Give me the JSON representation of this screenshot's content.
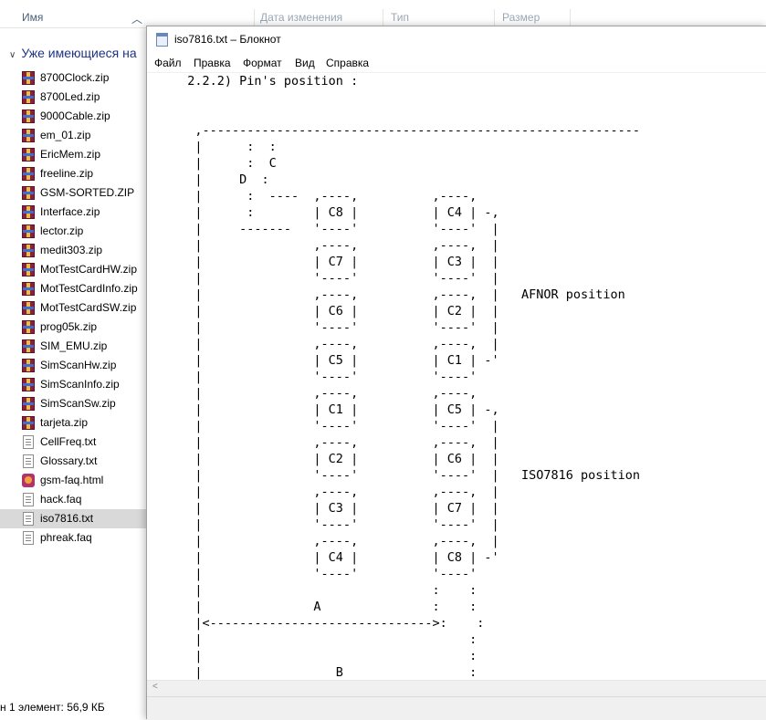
{
  "explorer": {
    "columns": {
      "name": "Имя",
      "date": "Дата изменения",
      "type": "Тип",
      "size": "Размер"
    },
    "group_label": "Уже имеющиеся на",
    "files": [
      {
        "name": "8700Clock.zip",
        "icon": "zip-archive-icon"
      },
      {
        "name": "8700Led.zip",
        "icon": "zip-archive-icon"
      },
      {
        "name": "9000Cable.zip",
        "icon": "zip-archive-icon"
      },
      {
        "name": "em_01.zip",
        "icon": "zip-archive-icon"
      },
      {
        "name": "EricMem.zip",
        "icon": "zip-archive-icon"
      },
      {
        "name": "freeline.zip",
        "icon": "zip-archive-icon"
      },
      {
        "name": "GSM-SORTED.ZIP",
        "icon": "zip-archive-icon"
      },
      {
        "name": "Interface.zip",
        "icon": "zip-archive-icon"
      },
      {
        "name": "lector.zip",
        "icon": "zip-archive-icon"
      },
      {
        "name": "medit303.zip",
        "icon": "zip-archive-icon"
      },
      {
        "name": "MotTestCardHW.zip",
        "icon": "zip-archive-icon"
      },
      {
        "name": "MotTestCardInfo.zip",
        "icon": "zip-archive-icon"
      },
      {
        "name": "MotTestCardSW.zip",
        "icon": "zip-archive-icon"
      },
      {
        "name": "prog05k.zip",
        "icon": "zip-archive-icon"
      },
      {
        "name": "SIM_EMU.zip",
        "icon": "zip-archive-icon"
      },
      {
        "name": "SimScanHw.zip",
        "icon": "zip-archive-icon"
      },
      {
        "name": "SimScanInfo.zip",
        "icon": "zip-archive-icon"
      },
      {
        "name": "SimScanSw.zip",
        "icon": "zip-archive-icon"
      },
      {
        "name": "tarjeta.zip",
        "icon": "zip-archive-icon"
      },
      {
        "name": "CellFreq.txt",
        "icon": "text-file-icon"
      },
      {
        "name": "Glossary.txt",
        "icon": "text-file-icon"
      },
      {
        "name": "gsm-faq.html",
        "icon": "html-file-icon"
      },
      {
        "name": "hack.faq",
        "icon": "text-file-icon"
      },
      {
        "name": "iso7816.txt",
        "icon": "text-file-icon",
        "selected": true
      },
      {
        "name": "phreak.faq",
        "icon": "text-file-icon"
      }
    ],
    "status": "н 1 элемент: 56,9 КБ"
  },
  "notepad": {
    "title": "iso7816.txt – Блокнот",
    "menu": [
      "Файл",
      "Правка",
      "Формат",
      "Вид",
      "Справка"
    ],
    "content": "  2.2.2) Pin's position :\n\n\n   ,-----------------------------------------------------------\n   |      :  :\n   |      :  C\n   |     D  :\n   |      :  ----  ,----,          ,----,\n   |      :        | C8 |          | C4 | -,\n   |     -------   '----'          '----'  |\n   |               ,----,          ,----,  |\n   |               | C7 |          | C3 |  |\n   |               '----'          '----'  |\n   |               ,----,          ,----,  |   AFNOR position\n   |               | C6 |          | C2 |  |\n   |               '----'          '----'  |\n   |               ,----,          ,----,  |\n   |               | C5 |          | C1 | -'\n   |               '----'          '----'\n   |               ,----,          ,----,\n   |               | C1 |          | C5 | -,\n   |               '----'          '----'  |\n   |               ,----,          ,----,  |\n   |               | C2 |          | C6 |  |\n   |               '----'          '----'  |   ISO7816 position\n   |               ,----,          ,----,  |\n   |               | C3 |          | C7 |  |\n   |               '----'          '----'  |\n   |               ,----,          ,----,  |\n   |               | C4 |          | C8 | -'\n   |               '----'          '----'\n   |                               :    :\n   |               A               :    :\n   |<------------------------------>:    :\n   |                                    :\n   |                                    :\n   |                  B                 :\n   |<----------------------------------->:"
  }
}
